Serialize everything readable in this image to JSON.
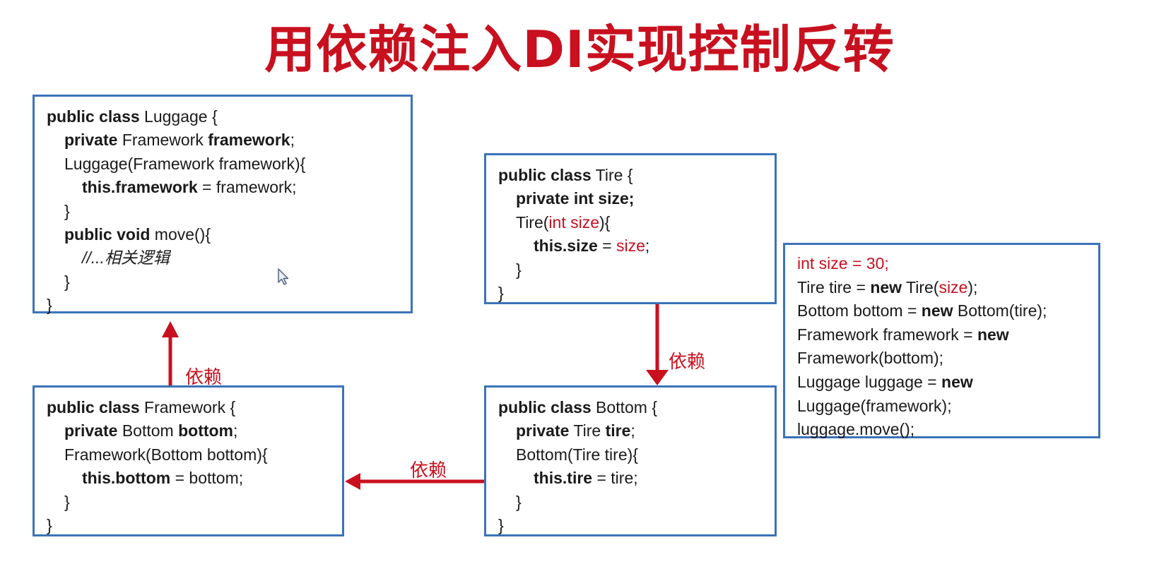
{
  "title": "用依赖注入DI实现控制反转",
  "luggage_box": {
    "l1a": "public class",
    "l1b": " Luggage {",
    "l2a": "private",
    "l2b": " Framework ",
    "l2c": "framework",
    "l2d": ";",
    "l3": "Luggage(Framework framework){",
    "l4a": "this.framework",
    "l4b": " = framework;",
    "l5": "}",
    "l6a": "public void",
    "l6b": " move(){",
    "l7": "//...相关逻辑",
    "l8": "}",
    "l9": "}"
  },
  "tire_box": {
    "l1a": "public class",
    "l1b": " Tire {",
    "l2": "private int size;",
    "l3a": "Tire(",
    "l3b": "int size",
    "l3c": "){",
    "l4a": "this.size",
    "l4b": " = ",
    "l4c": "size",
    "l4d": ";",
    "l5": "}",
    "l6": "}"
  },
  "framework_box": {
    "l1a": "public class",
    "l1b": " Framework {",
    "l2a": "private",
    "l2b": " Bottom ",
    "l2c": "bottom",
    "l2d": ";",
    "l3": "Framework(Bottom bottom){",
    "l4a": "this.bottom",
    "l4b": " = bottom;",
    "l5": "}",
    "l6": "}"
  },
  "bottom_box": {
    "l1a": "public class",
    "l1b": " Bottom {",
    "l2a": "private",
    "l2b": " Tire ",
    "l2c": "tire",
    "l2d": ";",
    "l3": "Bottom(Tire tire){",
    "l4a": "this.tire",
    "l4b": " = tire;",
    "l5": "}",
    "l6": "}"
  },
  "main_box": {
    "l1": "int size = 30;",
    "l2a": "Tire tire = ",
    "l2b": "new",
    "l2c": " Tire(",
    "l2d": "size",
    "l2e": ");",
    "l3a": "Bottom bottom = ",
    "l3b": "new",
    "l3c": " Bottom(tire);",
    "l4a": "Framework framework = ",
    "l4b": "new",
    "l5": "Framework(bottom);",
    "l6a": "Luggage luggage = ",
    "l6b": "new",
    "l7": "Luggage(framework);",
    "l8": "luggage.move();"
  },
  "labels": {
    "dep_framework_luggage": "依赖",
    "dep_tire_bottom": "依赖",
    "dep_bottom_framework": "依赖"
  },
  "colors": {
    "accent_red": "#c8101e",
    "box_border": "#3b73b8"
  },
  "icons": {
    "cursor": "mouse-pointer-icon"
  }
}
